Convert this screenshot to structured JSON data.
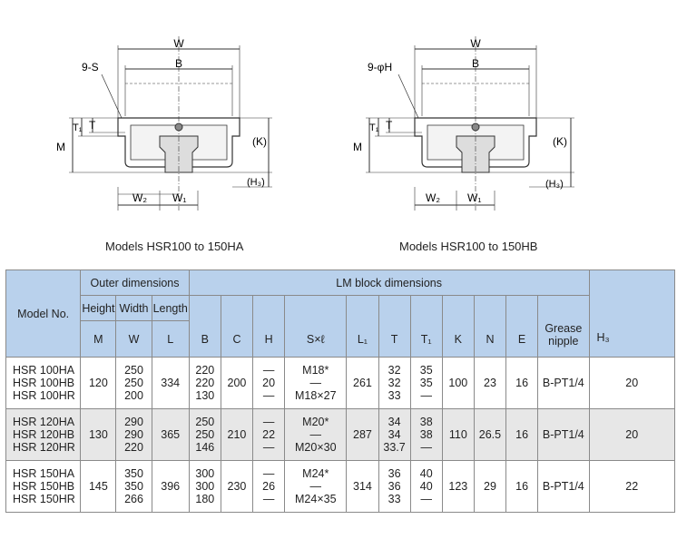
{
  "diagram_a": {
    "caption": "Models HSR100 to 150HA",
    "labels": {
      "w": "W",
      "b": "B",
      "hole": "9-S",
      "t1": "T₁",
      "t": "T",
      "m": "M",
      "k": "(K)",
      "h3": "(H₃)",
      "w2": "W₂",
      "w1": "W₁"
    }
  },
  "diagram_b": {
    "caption": "Models HSR100 to 150HB",
    "labels": {
      "w": "W",
      "b": "B",
      "hole": "9-φH",
      "t1": "T₁",
      "t": "T",
      "m": "M",
      "k": "(K)",
      "h3": "(H₃)",
      "w2": "W₂",
      "w1": "W₁"
    }
  },
  "table": {
    "group_headers": {
      "model": "Model No.",
      "outer": "Outer dimensions",
      "lm": "LM block dimensions"
    },
    "outer_sub": [
      "Height",
      "Width",
      "Length"
    ],
    "grease": "Grease nipple",
    "symbols": [
      "M",
      "W",
      "L",
      "B",
      "C",
      "H",
      "S×ℓ",
      "L₁",
      "T",
      "T₁",
      "K",
      "N",
      "E",
      "",
      "H₃"
    ],
    "rows": [
      {
        "models": [
          "HSR 100HA",
          "HSR 100HB",
          "HSR 100HR"
        ],
        "m": "120",
        "w": [
          "250",
          "250",
          "200"
        ],
        "l": "334",
        "b": [
          "220",
          "220",
          "130"
        ],
        "c": "200",
        "h": [
          "—",
          "20",
          "—"
        ],
        "s": [
          "M18*",
          "—",
          "M18×27"
        ],
        "l1": "261",
        "t": [
          "32",
          "32",
          "33"
        ],
        "t1": [
          "35",
          "35",
          "—"
        ],
        "k": "100",
        "n": "23",
        "e": "16",
        "grease": "B-PT1/4",
        "h3": "20"
      },
      {
        "models": [
          "HSR 120HA",
          "HSR 120HB",
          "HSR 120HR"
        ],
        "m": "130",
        "w": [
          "290",
          "290",
          "220"
        ],
        "l": "365",
        "b": [
          "250",
          "250",
          "146"
        ],
        "c": "210",
        "h": [
          "—",
          "22",
          "—"
        ],
        "s": [
          "M20*",
          "—",
          "M20×30"
        ],
        "l1": "287",
        "t": [
          "34",
          "34",
          "33.7"
        ],
        "t1": [
          "38",
          "38",
          "—"
        ],
        "k": "110",
        "n": "26.5",
        "e": "16",
        "grease": "B-PT1/4",
        "h3": "20"
      },
      {
        "models": [
          "HSR 150HA",
          "HSR 150HB",
          "HSR 150HR"
        ],
        "m": "145",
        "w": [
          "350",
          "350",
          "266"
        ],
        "l": "396",
        "b": [
          "300",
          "300",
          "180"
        ],
        "c": "230",
        "h": [
          "—",
          "26",
          "—"
        ],
        "s": [
          "M24*",
          "—",
          "M24×35"
        ],
        "l1": "314",
        "t": [
          "36",
          "36",
          "33"
        ],
        "t1": [
          "40",
          "40",
          "—"
        ],
        "k": "123",
        "n": "29",
        "e": "16",
        "grease": "B-PT1/4",
        "h3": "22"
      }
    ]
  }
}
